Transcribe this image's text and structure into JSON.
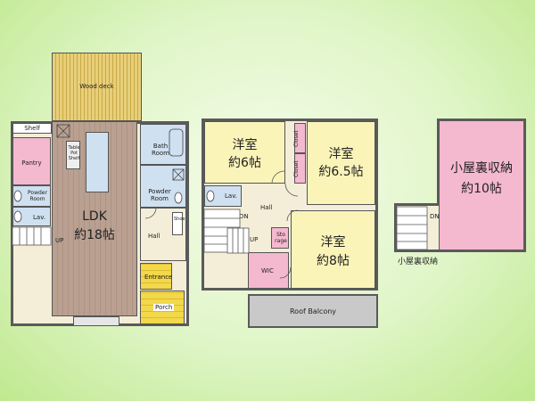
{
  "floor1": {
    "deck": "Wood deck",
    "shelf": "Shelf",
    "pantry": "Pantry",
    "powder_left": "Powder Room",
    "lav_left": "Lav.",
    "ldk": "LDK",
    "ldk_size": "約18帖",
    "up": "UP",
    "bath": "Bath Room",
    "powder_right": "Powder Room",
    "hall": "Hall",
    "shoe": "Shoe",
    "entrance": "Entrance",
    "porch": "Porch",
    "counter": "Table Pot Shelf"
  },
  "floor2": {
    "room1": "洋室",
    "room1_size": "約6帖",
    "room2": "洋室",
    "room2_size": "約6.5帖",
    "room3": "洋室",
    "room3_size": "約8帖",
    "closet1": "Closet",
    "closet2": "Closet",
    "lav": "Lav.",
    "hall": "Hall",
    "dn": "DN",
    "up": "UP",
    "storage": "Sto rage",
    "wic": "WIC",
    "balcony": "Roof Balcony"
  },
  "floor3": {
    "attic": "小屋裏収納",
    "attic_size": "約10帖",
    "dn": "DN",
    "caption": "小屋裏収納"
  },
  "colors": {
    "deck": "#e8cf7a",
    "pantry": "#f4b8cf",
    "wood": "#b9a091",
    "bath": "#cfe0f0",
    "room": "#fbf4b9",
    "attic": "#f4b8cf",
    "balcony": "#c9c9c9",
    "entrance": "#f2d84a",
    "wall": "#5a5a5a"
  }
}
